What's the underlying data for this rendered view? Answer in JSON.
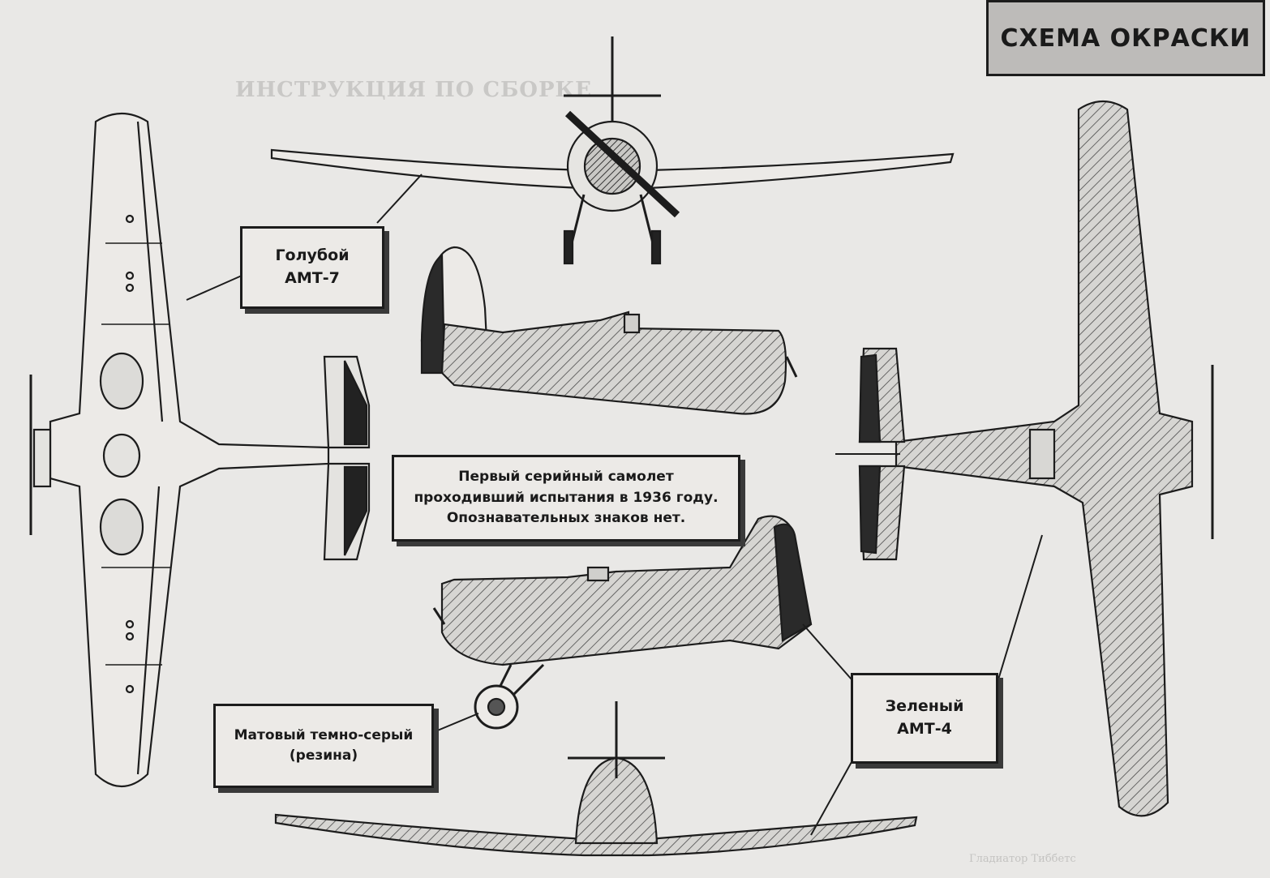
{
  "header": {
    "title": "СХЕМА ОКРАСКИ"
  },
  "background_text": {
    "left": "ИНСТРУКЦИЯ ПО СБОРКЕ",
    "bottom": "Гладиатор Тиббетс"
  },
  "callouts": {
    "blue": {
      "line1": "Голубой",
      "line2": "АМТ-7"
    },
    "note": {
      "line1": "Первый серийный самолет",
      "line2": "проходивший испытания в 1936 году.",
      "line3": "Опознавательных знаков нет."
    },
    "green": {
      "line1": "Зеленый",
      "line2": "АМТ-4"
    },
    "rubber": {
      "line1": "Матовый темно-серый",
      "line2": "(резина)"
    }
  },
  "colors": {
    "paper": "#e9e8e6",
    "ink": "#1c1c1c",
    "title_fill": "#bdbbb9",
    "hatch": "#555555"
  }
}
